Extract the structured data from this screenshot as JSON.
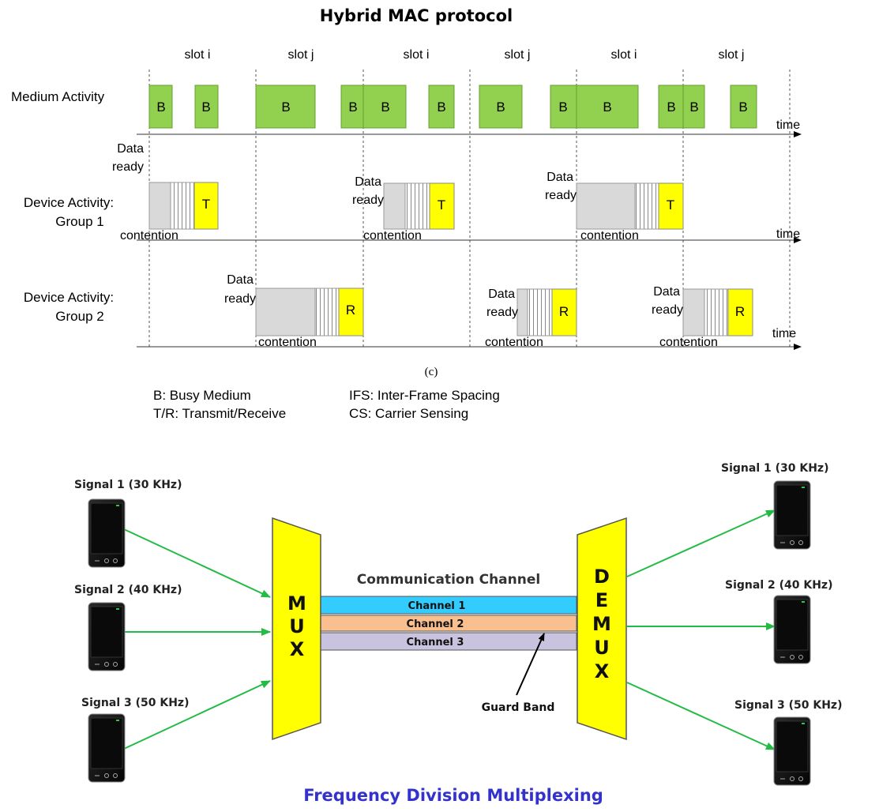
{
  "mac": {
    "title": "Hybrid MAC protocol",
    "slots": [
      "slot i",
      "slot j",
      "slot i",
      "slot j",
      "slot i",
      "slot j"
    ],
    "rows": {
      "medium": "Medium Activity",
      "group1_line1": "Device Activity:",
      "group1_line2": "Group 1",
      "group2_line1": "Device Activity:",
      "group2_line2": "Group 2"
    },
    "busy_label": "B",
    "transmit_label": "T",
    "receive_label": "R",
    "time_label": "time",
    "contention_label": "contention",
    "data_label": "Data",
    "ready_label": "ready",
    "caption": "(c)",
    "legend": {
      "b": "B: Busy Medium",
      "tr": "T/R: Transmit/Receive",
      "ifs": "IFS: Inter-Frame Spacing",
      "cs": "CS: Carrier Sensing"
    },
    "colors": {
      "busy": "#92d050",
      "tx": "#ffff00",
      "contention": "#d9d9d9"
    }
  },
  "fdm": {
    "title": "Frequency Division Multiplexing",
    "inputs": [
      "Signal 1 (30 KHz)",
      "Signal 2 (40 KHz)",
      "Signal 3 (50 KHz)"
    ],
    "outputs": [
      "Signal 1 (30 KHz)",
      "Signal 2 (40 KHz)",
      "Signal 3 (50 KHz)"
    ],
    "mux": [
      "M",
      "U",
      "X"
    ],
    "demux": [
      "D",
      "E",
      "M",
      "U",
      "X"
    ],
    "channel_title": "Communication Channel",
    "channels": [
      "Channel 1",
      "Channel 2",
      "Channel 3"
    ],
    "guard_band": "Guard Band",
    "colors": {
      "mux": "#ffff00",
      "ch1": "#33ccff",
      "ch2": "#f9bf8f",
      "ch3": "#c9c3e0",
      "arrow": "#22bb44",
      "title": "#3333cc"
    }
  }
}
